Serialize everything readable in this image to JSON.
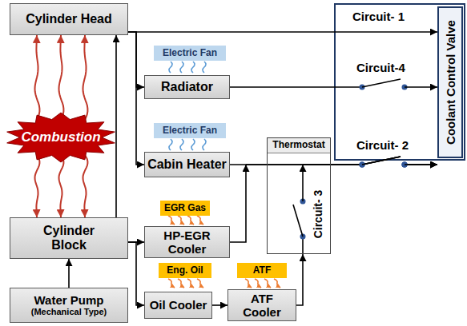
{
  "diagram": {
    "nodes": [
      {
        "text": [
          "Cylinder Head"
        ]
      },
      {
        "text": [
          "Electric Fan"
        ]
      },
      {
        "text": [
          "Radiator"
        ]
      },
      {
        "text": [
          "Electric Fan"
        ]
      },
      {
        "text": [
          "Cabin Heater"
        ]
      },
      {
        "text": [
          "Thermostat",
          "Circuit- 3"
        ]
      },
      {
        "text": [
          "Coolant Control Valve"
        ]
      },
      {
        "text": [
          "Combustion"
        ]
      },
      {
        "text": [
          "EGR Gas"
        ]
      },
      {
        "text": [
          "HP-EGR Cooler"
        ]
      },
      {
        "text": [
          "Cylinder Block"
        ]
      },
      {
        "text": [
          "Eng. Oil"
        ]
      },
      {
        "text": [
          "ATF"
        ]
      },
      {
        "text": [
          "Oil Cooler"
        ]
      },
      {
        "text": [
          "ATF Cooler"
        ]
      },
      {
        "text": [
          "Water Pump",
          "(Mechanical Type)"
        ]
      }
    ],
    "edges": [
      {
        "from": 15,
        "to": 10,
        "arrow": "to"
      },
      {
        "from": 10,
        "to": 0,
        "arrow": "to"
      },
      {
        "from": 7,
        "to": 0,
        "arrow": "to"
      },
      {
        "from": 7,
        "to": 10,
        "arrow": "to"
      },
      {
        "from": 0,
        "to": 6,
        "arrow": "to"
      },
      {
        "from": 0,
        "to": 2,
        "arrow": "to"
      },
      {
        "from": 0,
        "to": 4,
        "arrow": "to"
      },
      {
        "from": 2,
        "to": 6,
        "arrow": "to"
      },
      {
        "from": 4,
        "to": 6,
        "arrow": "to"
      },
      {
        "from": 10,
        "to": 9,
        "arrow": "to"
      },
      {
        "from": 10,
        "to": 13,
        "arrow": "to"
      },
      {
        "from": 9,
        "to": 6,
        "arrow": "to"
      },
      {
        "from": 13,
        "to": 14,
        "arrow": "to"
      },
      {
        "from": 14,
        "to": 5,
        "arrow": "to"
      },
      {
        "from": 5,
        "to": 6,
        "arrow": "to"
      }
    ],
    "labels": [
      "Circuit- 1",
      "Circuit-4",
      "Circuit- 2"
    ]
  }
}
